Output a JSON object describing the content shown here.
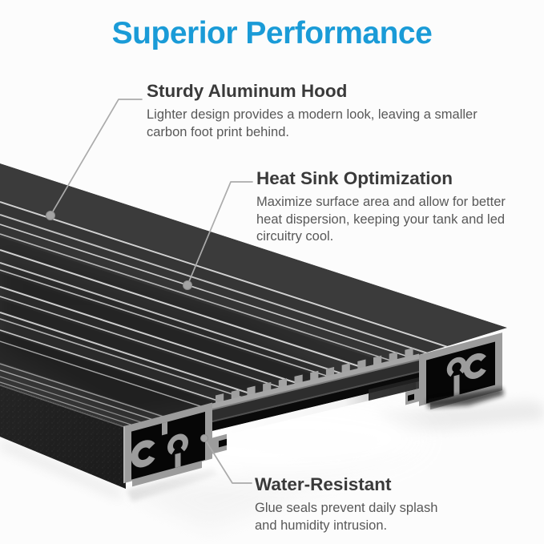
{
  "title": {
    "text": "Superior Performance",
    "color": "#1a9bd7"
  },
  "callouts": [
    {
      "id": "sturdy-aluminum-hood",
      "heading": "Sturdy Aluminum Hood",
      "body_lines": [
        "Lighter design provides a modern look, leaving a smaller",
        "carbon foot print behind."
      ]
    },
    {
      "id": "heat-sink-optimization",
      "heading": "Heat Sink Optimization",
      "body_lines": [
        "Maximize surface area and allow for better",
        "heat dispersion, keeping your tank and led",
        "circuitry cool."
      ]
    },
    {
      "id": "water-resistant",
      "heading": "Water-Resistant",
      "body_lines": [
        "Glue seals prevent daily splash",
        "and humidity intrusion."
      ]
    }
  ],
  "product": {
    "description": "Black anodized aluminum aquarium LED hood shown in cutaway 3D render with heat-sink fins, extruded end profiles and glowing LED diffuser",
    "colors": {
      "accent": "#1a9bd7",
      "heading_text": "#3a3a3a",
      "body_text": "#585858",
      "callout_line": "#ababab",
      "callout_dot": "#a3a3a3",
      "aluminum": "#9c9c9c",
      "anodized_black": "#0a0a0a",
      "top_face": "#353535",
      "led_glow": "#ffffff",
      "background": "#fcfcfc"
    }
  }
}
